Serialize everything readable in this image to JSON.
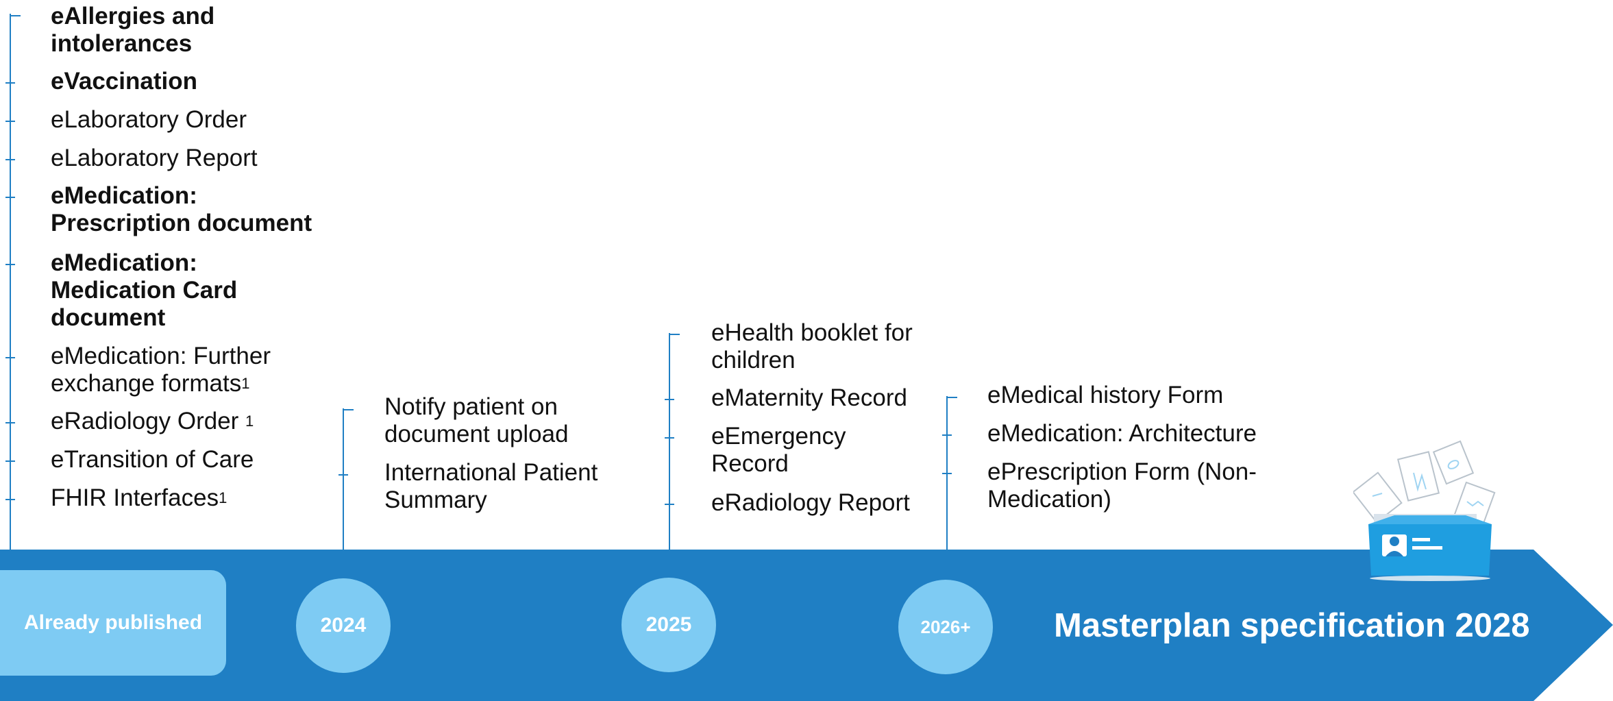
{
  "groups": [
    {
      "id": "already-published",
      "items": [
        {
          "text": "eAllergies and\nintolerances",
          "bold": true
        },
        {
          "text": "eVaccination",
          "bold": true
        },
        {
          "text": "eLaboratory Order",
          "bold": false
        },
        {
          "text": "eLaboratory Report",
          "bold": false
        },
        {
          "text": "eMedication:\nPrescription document",
          "bold": true
        },
        {
          "text": "eMedication:\nMedication Card\ndocument",
          "bold": true
        },
        {
          "text": "eMedication: Further\nexchange formats",
          "sup": "1",
          "bold": false
        },
        {
          "text": "eRadiology Order ",
          "sup": "1",
          "bold": false
        },
        {
          "text": "eTransition of Care",
          "bold": false
        },
        {
          "text": "FHIR Interfaces",
          "sup": "1",
          "bold": false
        }
      ]
    },
    {
      "id": "2024",
      "items": [
        {
          "text": "Notify patient on\ndocument upload",
          "bold": false
        },
        {
          "text": "International Patient\nSummary",
          "bold": false
        }
      ]
    },
    {
      "id": "2025",
      "items": [
        {
          "text": "eHealth booklet for\nchildren",
          "bold": false
        },
        {
          "text": "eMaternity Record",
          "bold": false
        },
        {
          "text": "eEmergency\nRecord",
          "bold": false
        },
        {
          "text": "eRadiology Report",
          "bold": false
        }
      ]
    },
    {
      "id": "2026plus",
      "items": [
        {
          "text": "eMedical history Form",
          "bold": false
        },
        {
          "text": "eMedication: Architecture",
          "bold": false
        },
        {
          "text": "ePrescription Form (Non-\nMedication)",
          "bold": false
        }
      ]
    }
  ],
  "timeline": {
    "already_published": "Already published",
    "y2024": "2024",
    "y2025": "2025",
    "y2026": "2026+",
    "masterplan": "Masterplan specification 2028"
  },
  "colors": {
    "band": "#1f7fc4",
    "badge": "#7ecbf3",
    "line": "#1f7fc4"
  },
  "icons": [
    "health-record-folder-icon"
  ]
}
